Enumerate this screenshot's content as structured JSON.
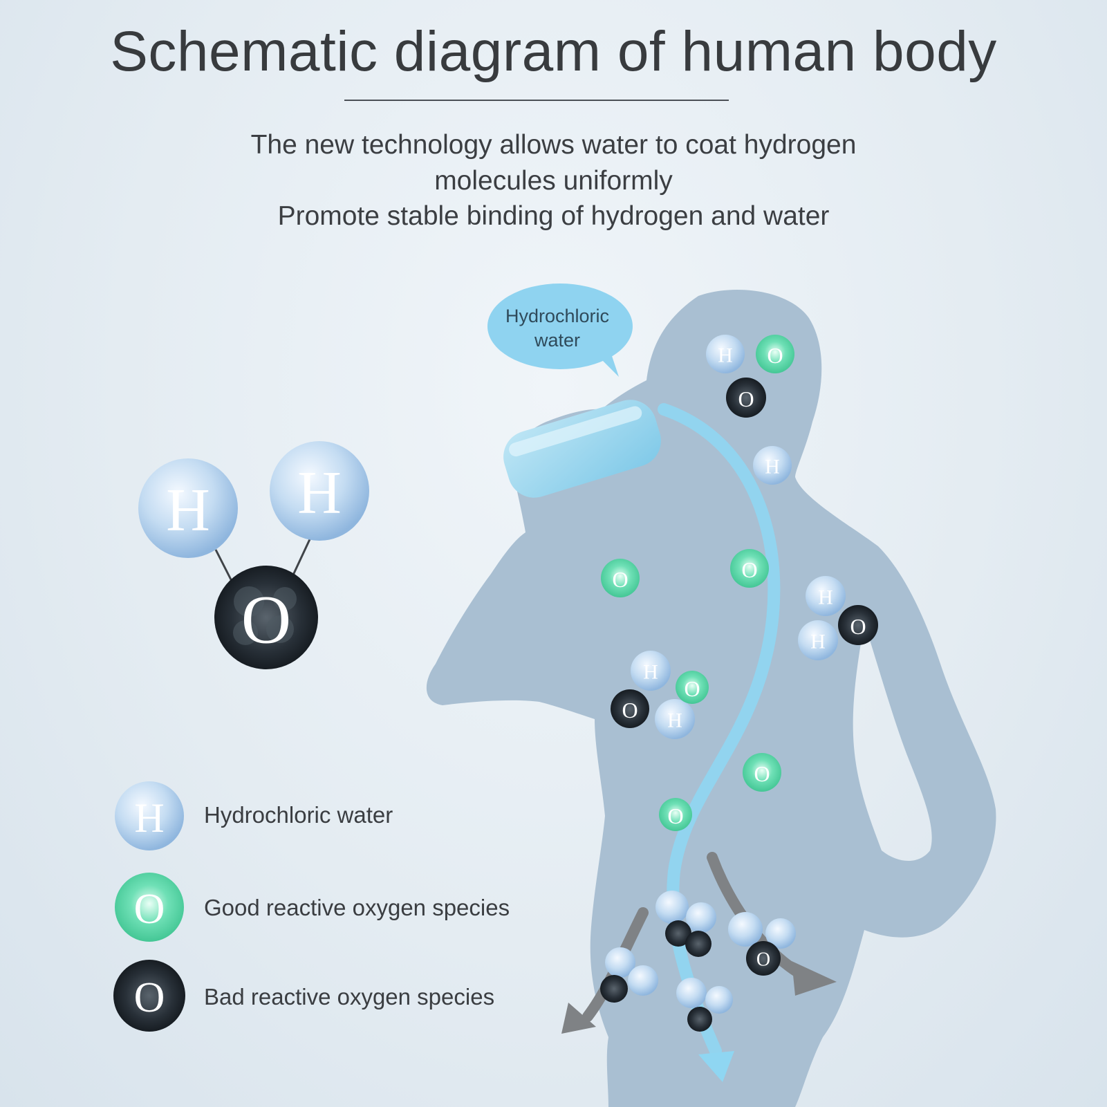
{
  "title": "Schematic diagram of human body",
  "subtitle": {
    "line1": "The new technology allows water to coat hydrogen",
    "line2": "molecules uniformly",
    "line3": "Promote stable binding of hydrogen and water"
  },
  "speech_bubble": {
    "line1": "Hydrochloric",
    "line2": "water"
  },
  "molecule": {
    "h_letter": "H",
    "o_letter": "O"
  },
  "legend": {
    "items": [
      {
        "letter": "H",
        "label": "Hydrochloric water"
      },
      {
        "letter": "O",
        "label": "Good reactive oxygen species"
      },
      {
        "letter": "O",
        "label": "Bad reactive oxygen species"
      }
    ]
  },
  "colors": {
    "hydrogen": "#b9d6f0",
    "good_oxygen": "#5fd6ac",
    "bad_oxygen": "#1c2228",
    "body": "#a8bfd2",
    "flow_arrow": "#8fd3f0",
    "out_arrow": "#7d7f82"
  }
}
